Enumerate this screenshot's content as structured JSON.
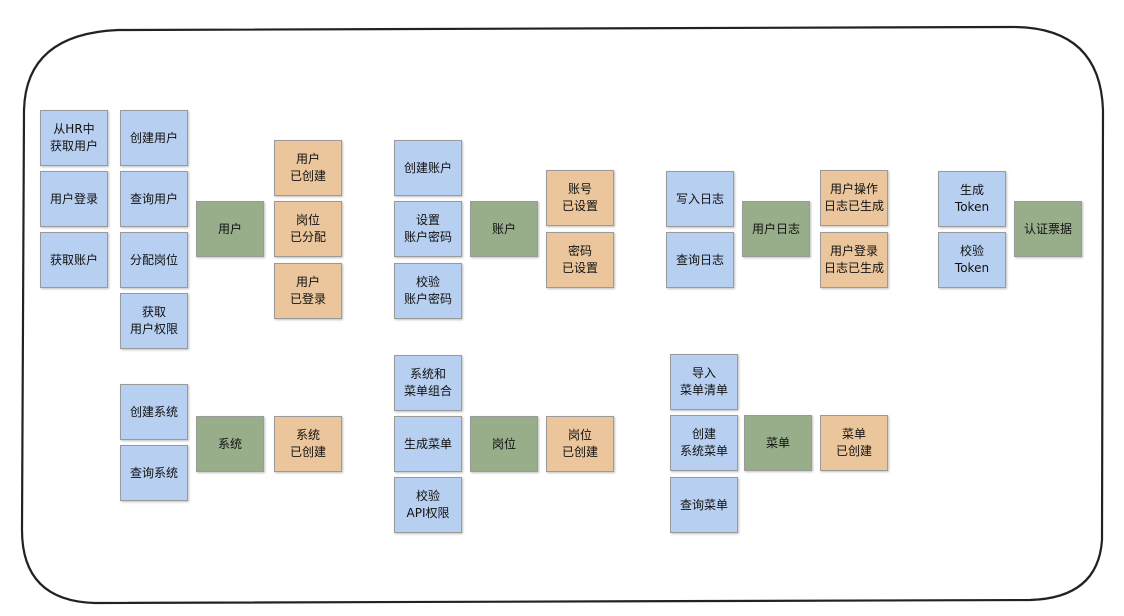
{
  "colors": {
    "command": "#b7cff0",
    "aggregate": "#98ae8b",
    "event": "#ebc59c",
    "border": "#222222"
  },
  "user_group": {
    "commands_col1": [
      "从HR中\n获取用户",
      "用户登录",
      "获取账户"
    ],
    "commands_col2": [
      "创建用户",
      "查询用户",
      "分配岗位",
      "获取\n用户权限"
    ],
    "aggregate": "用户",
    "events": [
      "用户\n已创建",
      "岗位\n已分配",
      "用户\n已登录"
    ]
  },
  "account_group": {
    "commands": [
      "创建账户",
      "设置\n账户密码",
      "校验\n账户密码"
    ],
    "aggregate": "账户",
    "events": [
      "账号\n已设置",
      "密码\n已设置"
    ]
  },
  "log_group": {
    "commands": [
      "写入日志",
      "查询日志"
    ],
    "aggregate": "用户日志",
    "events": [
      "用户操作\n日志已生成",
      "用户登录\n日志已生成"
    ]
  },
  "token_group": {
    "commands": [
      "生成\nToken",
      "校验\nToken"
    ],
    "aggregate": "认证票据"
  },
  "system_group": {
    "commands": [
      "创建系统",
      "查询系统"
    ],
    "aggregate": "系统",
    "events": [
      "系统\n已创建"
    ]
  },
  "position_group": {
    "commands": [
      "系统和\n菜单组合",
      "生成菜单",
      "校验\nAPI权限"
    ],
    "aggregate": "岗位",
    "events": [
      "岗位\n已创建"
    ]
  },
  "menu_group": {
    "commands": [
      "导入\n菜单清单",
      "创建\n系统菜单",
      "查询菜单"
    ],
    "aggregate": "菜单",
    "events": [
      "菜单\n已创建"
    ]
  }
}
